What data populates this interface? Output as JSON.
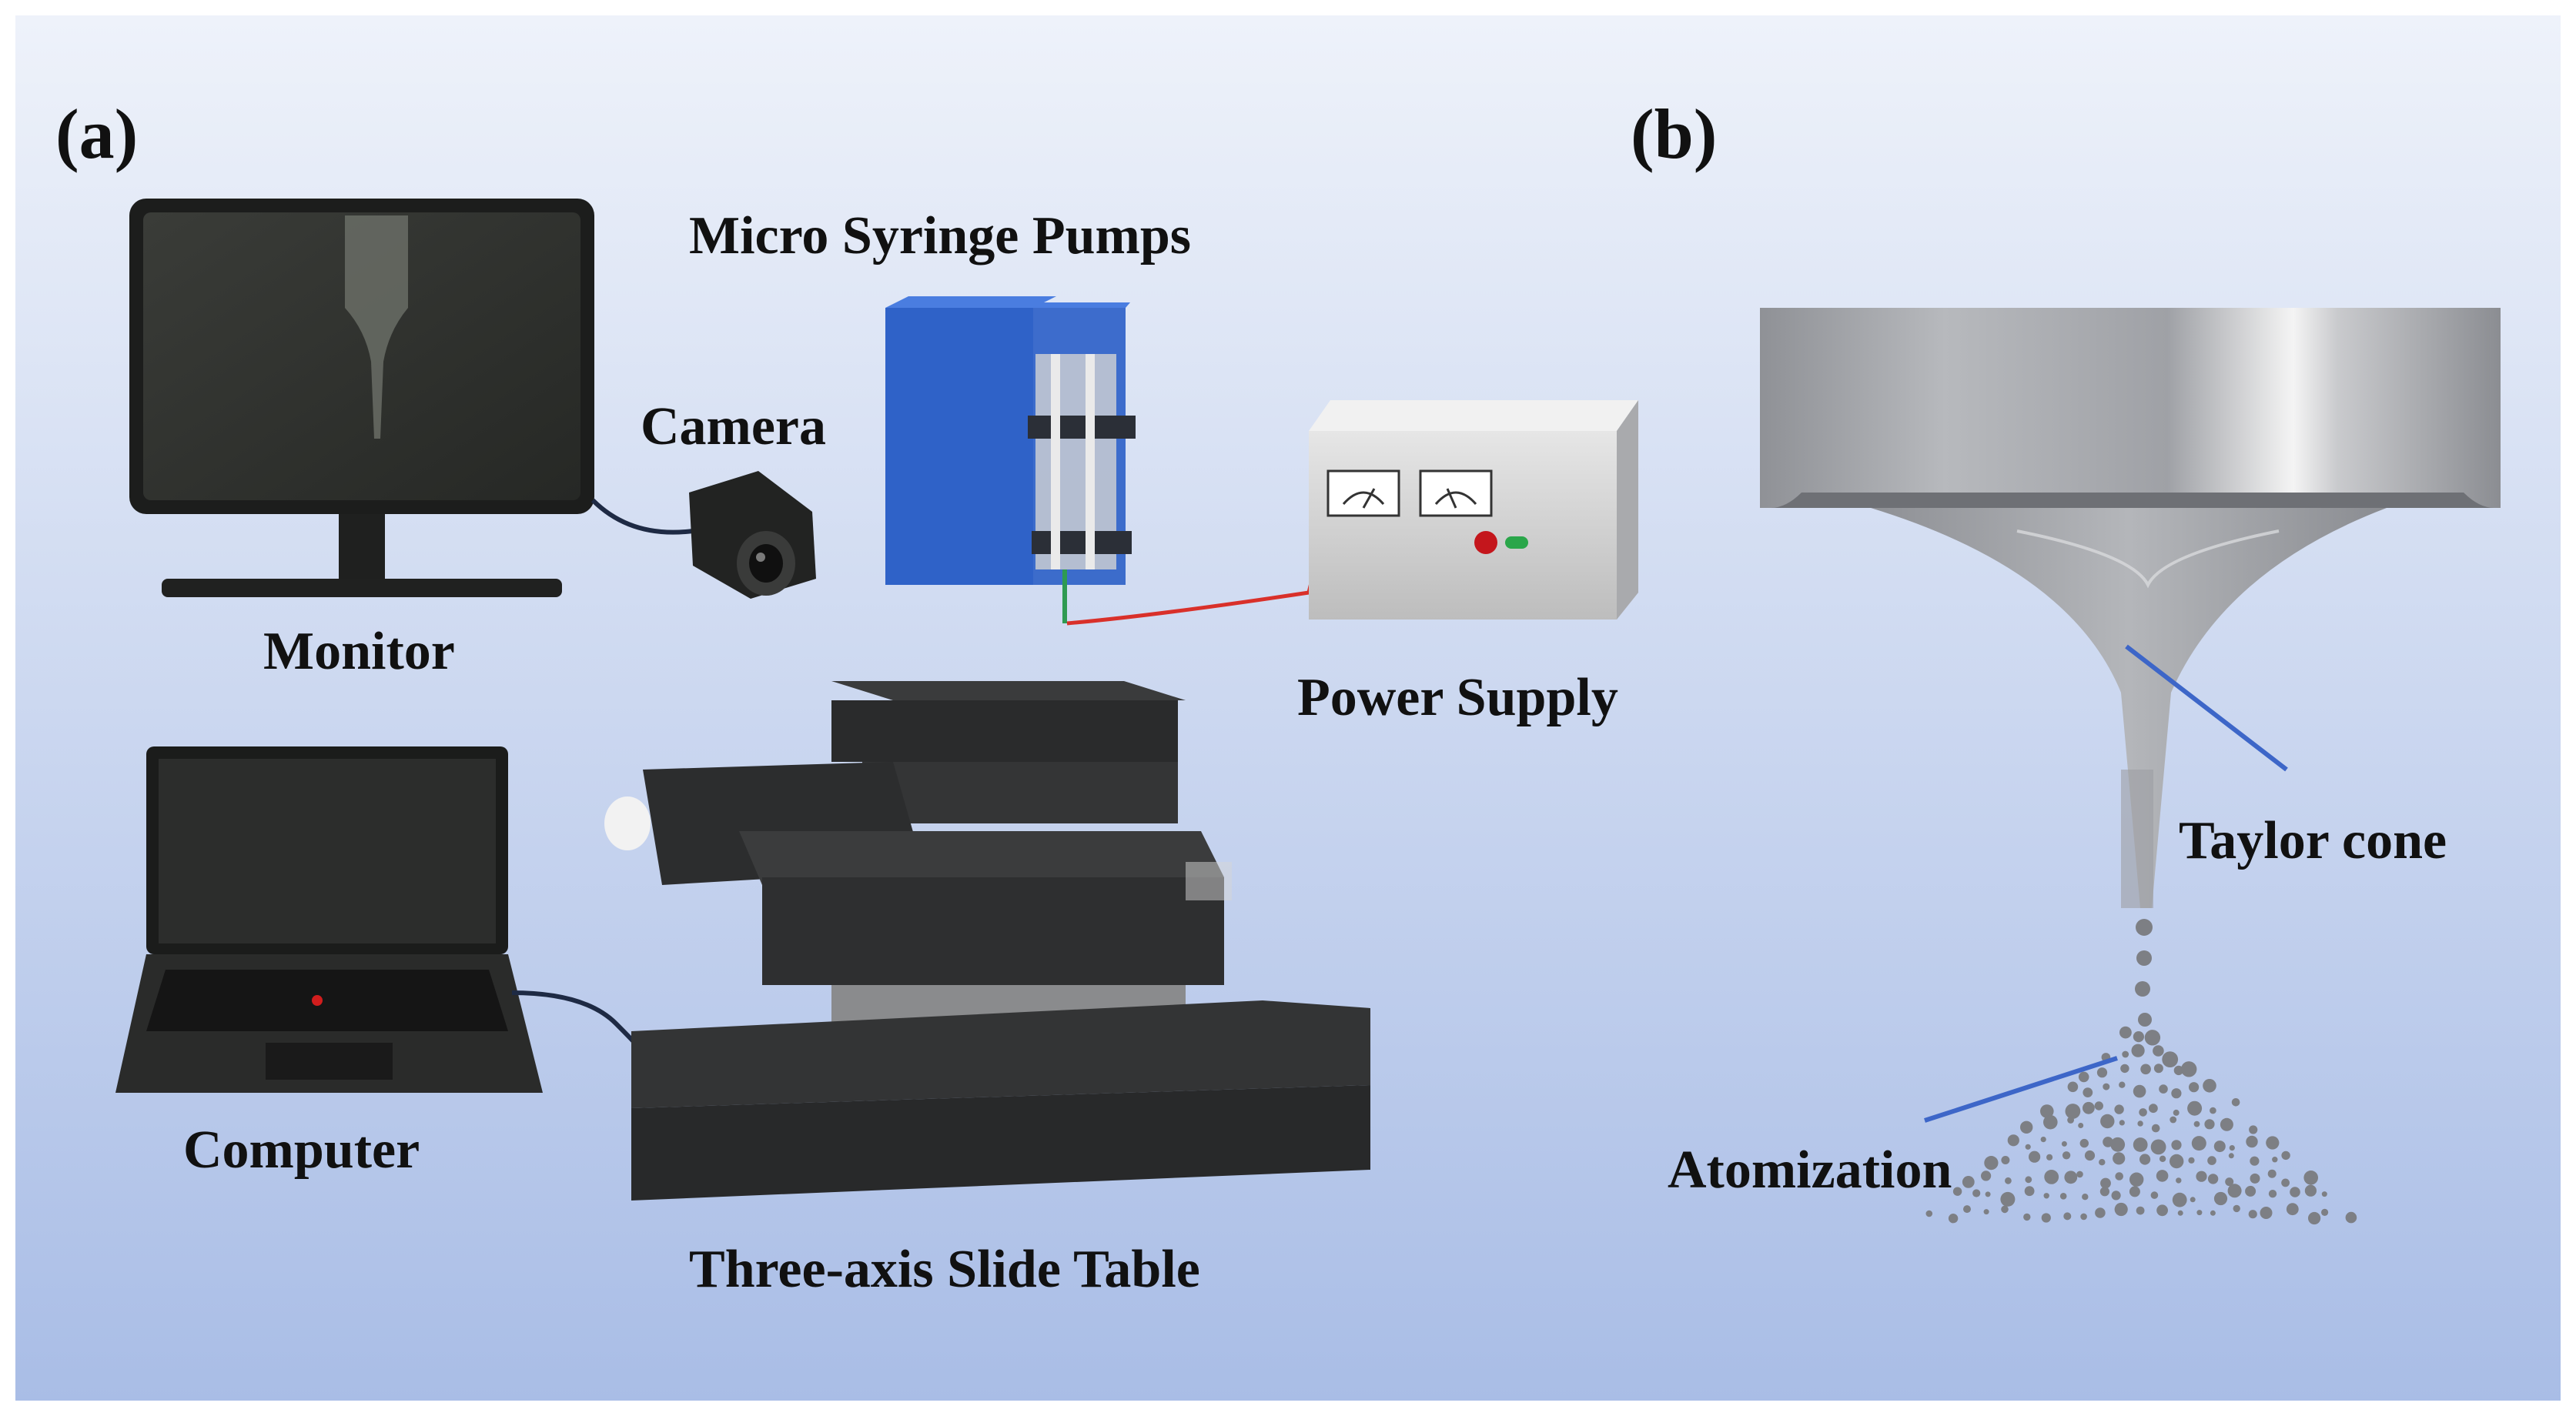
{
  "panels": {
    "a": {
      "label": "(a)"
    },
    "b": {
      "label": "(b)"
    }
  },
  "components": {
    "monitor": "Monitor",
    "camera": "Camera",
    "syringe_pumps": "Micro Syringe Pumps",
    "power_supply": "Power Supply",
    "computer": "Computer",
    "slide_table": "Three-axis Slide Table"
  },
  "annotations": {
    "taylor_cone": "Taylor cone",
    "atomization": "Atomization"
  },
  "colors": {
    "background_top": "#e9eef8",
    "background_bottom": "#a9bde6",
    "pump_blue": "#2f62c8",
    "pointer_line": "#3d66c8",
    "cable_red": "#d9302a",
    "cable_dark": "#1e2a44"
  }
}
